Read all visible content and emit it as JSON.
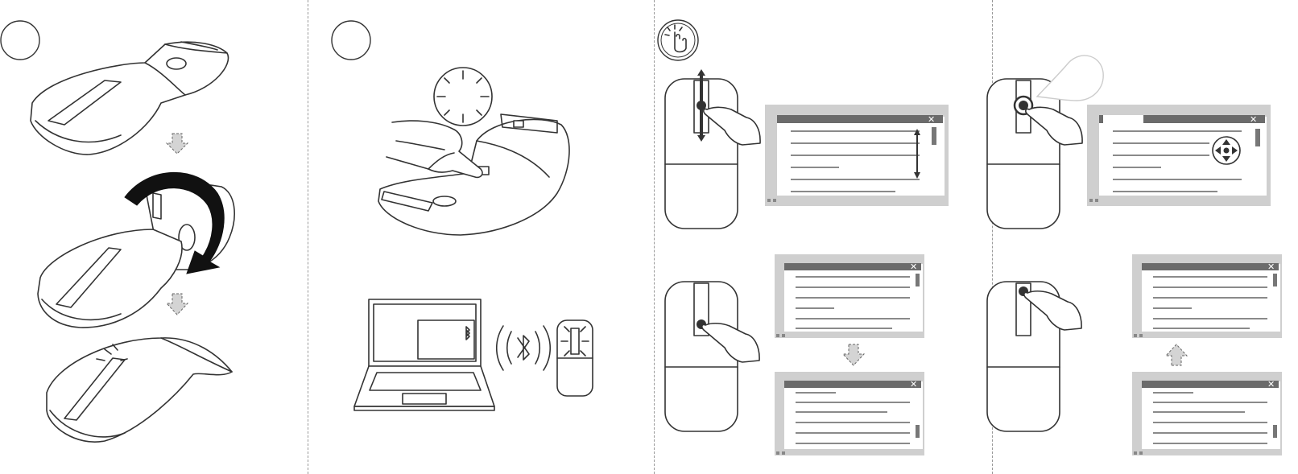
{
  "steps": [
    {
      "id": 1,
      "number_label": ""
    },
    {
      "id": 2,
      "number_label": ""
    },
    {
      "id": 3,
      "number_label": ""
    },
    {
      "id": 4,
      "number_label": ""
    }
  ],
  "icons": {
    "step3_badge": "touch-gesture-icon",
    "bluetooth": "bluetooth-icon",
    "close": "close-icon",
    "scroll_arrows": "up-down-arrow-icon",
    "pan": "four-way-pan-icon"
  },
  "colors": {
    "line": "#333333",
    "arrow_fill": "#d4d4d4",
    "window_title_bar": "#6b6b6b",
    "window_frame": "#cfcfcf",
    "rotation_arrow": "#111111"
  },
  "window_close_glyph": "✕"
}
